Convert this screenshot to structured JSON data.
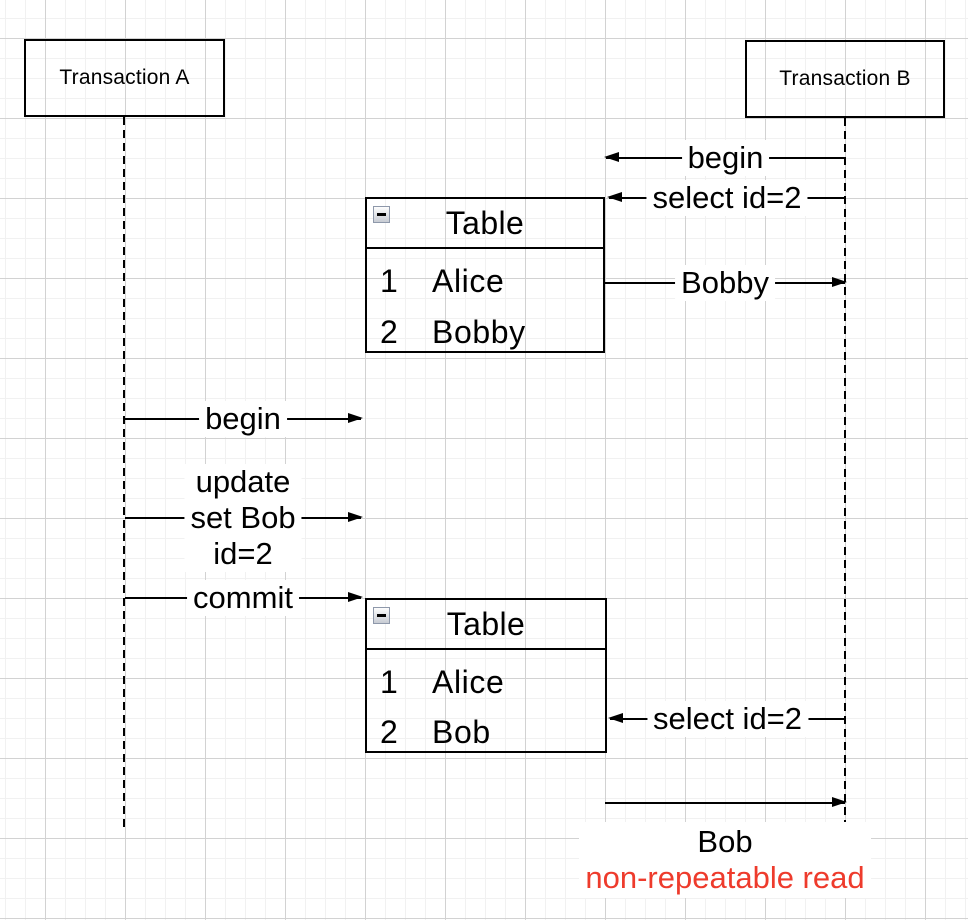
{
  "actors": [
    {
      "label": "Transaction A"
    },
    {
      "label": "Transaction B"
    }
  ],
  "messages": {
    "begin_b": "begin",
    "select_b_first": "select id=2",
    "result_bobby": "Bobby",
    "begin_a": "begin",
    "update_line1": "update",
    "update_line2": "set Bob",
    "update_line3": "id=2",
    "commit_a": "commit",
    "select_b_second": "select id=2",
    "result_bob": "Bob",
    "annotation": "non-repeatable read"
  },
  "tables": [
    {
      "title": "Table",
      "collapse_icon": "minus",
      "rows": [
        {
          "id": "1",
          "name": "Alice"
        },
        {
          "id": "2",
          "name": "Bobby"
        }
      ]
    },
    {
      "title": "Table",
      "collapse_icon": "minus",
      "rows": [
        {
          "id": "1",
          "name": "Alice"
        },
        {
          "id": "2",
          "name": "Bob"
        }
      ]
    }
  ],
  "colors": {
    "annotation_red": "#EE3B2C",
    "stroke": "#000000",
    "grid_minor": "#F1F1F1",
    "grid_major": "#D2D2D2"
  }
}
